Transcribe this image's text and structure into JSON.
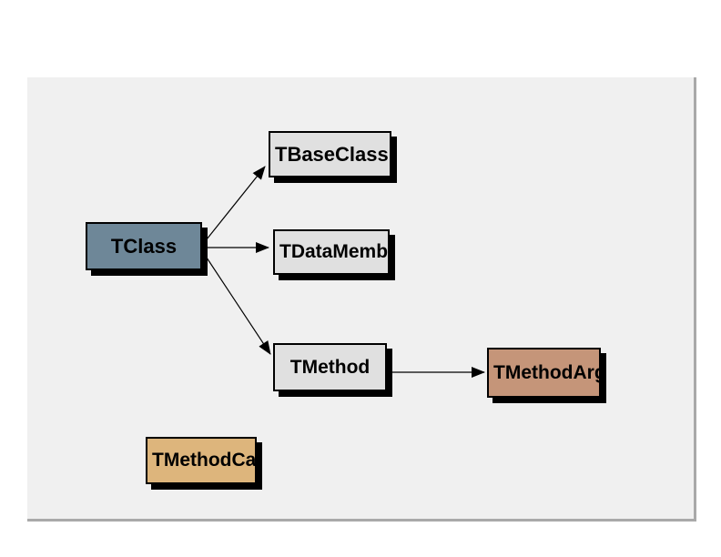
{
  "diagram": {
    "nodes": {
      "tclass": {
        "label": "TClass",
        "fill": "#6e8798"
      },
      "tbaseclass": {
        "label": "TBaseClass",
        "fill": "#e0e0e0"
      },
      "tdatamember": {
        "label": "TDataMember",
        "fill": "#e0e0e0"
      },
      "tmethod": {
        "label": "TMethod",
        "fill": "#e0e0e0"
      },
      "tmethodarg": {
        "label": "TMethodArg",
        "fill": "#c59579"
      },
      "tmethodcall": {
        "label": "TMethodCall",
        "fill": "#ddb57c"
      }
    },
    "edges": [
      {
        "from": "TClass",
        "to": "TBaseClass"
      },
      {
        "from": "TClass",
        "to": "TDataMember"
      },
      {
        "from": "TClass",
        "to": "TMethod"
      },
      {
        "from": "TMethod",
        "to": "TMethodArg"
      }
    ],
    "colors": {
      "canvas_background": "#f0f0f0",
      "page_background": "#ffffff",
      "node_border": "#000000",
      "node_shadow": "#000000",
      "edge_color": "#000000",
      "canvas_frame": "#a9a9a9"
    }
  }
}
